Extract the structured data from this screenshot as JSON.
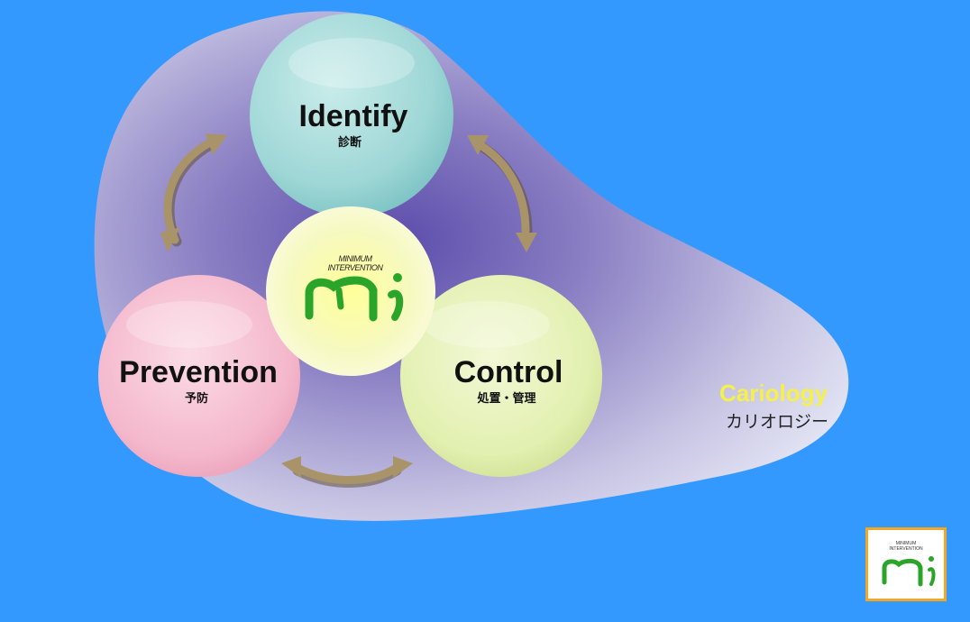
{
  "cycle": {
    "identify": {
      "title": "Identify",
      "subtitle": "診断"
    },
    "control": {
      "title": "Control",
      "subtitle": "処置・管理"
    },
    "prevention": {
      "title": "Prevention",
      "subtitle": "予防"
    }
  },
  "center_logo": {
    "line1": "MINIMUM",
    "line2": "INTERVENTION",
    "mark": "mi"
  },
  "cariology": {
    "title": "Cariology",
    "subtitle": "カリオロジー"
  },
  "corner_logo": {
    "line1": "MINIMUM",
    "line2": "INTERVENTION",
    "mark": "mi"
  },
  "colors": {
    "background": "#3399ff",
    "identify": "#9ed7d6",
    "control": "#e2f0b0",
    "prevention": "#f4b8cc",
    "center": "#f6f9b0",
    "arrow": "#a89468",
    "cariology_title": "#f5f04a",
    "logo_green": "#2aa52a",
    "logo_border": "#f5a623"
  }
}
